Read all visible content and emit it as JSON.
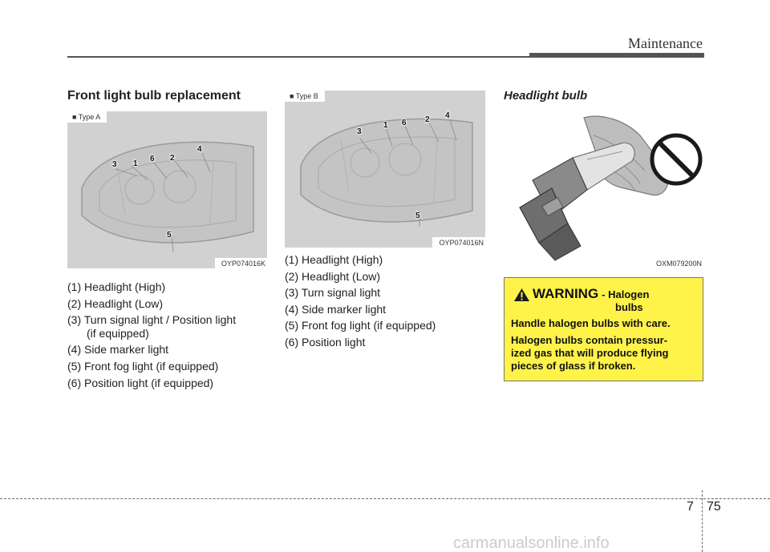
{
  "header": {
    "title": "Maintenance"
  },
  "left": {
    "title": "Front light bulb replacement",
    "figure": {
      "type_label": "■ Type A",
      "code": "OYP074016K",
      "callouts": [
        "3",
        "1",
        "6",
        "2",
        "4",
        "5"
      ]
    },
    "items": [
      "(1) Headlight (High)",
      "(2) Headlight (Low)",
      "(3) Turn signal light / Position light",
      "(if equipped)",
      "(4) Side marker light",
      "(5) Front fog light (if equipped)",
      "(6) Position light (if equipped)"
    ]
  },
  "middle": {
    "figure": {
      "type_label": "■ Type B",
      "code": "OYP074016N",
      "callouts": [
        "3",
        "1",
        "6",
        "2",
        "4",
        "5"
      ]
    },
    "items": [
      "(1) Headlight (High)",
      "(2) Headlight (Low)",
      "(3) Turn signal light",
      "(4) Side marker light",
      "(5) Front fog light (if equipped)",
      "(6) Position light"
    ]
  },
  "right": {
    "title": "Headlight bulb",
    "figure": {
      "code": "OXM079200N"
    },
    "warning": {
      "word": "WARNING",
      "subtitle": "- Halogen",
      "subtitle2": "bulbs",
      "p1": "Handle halogen bulbs with care.",
      "p2_lines": [
        "Halogen bulbs contain pressur-",
        "ized gas that will produce flying",
        "pieces of glass if broken."
      ]
    }
  },
  "footer": {
    "chapter": "7",
    "page": "75",
    "watermark": "carmanualsonline.info"
  },
  "colors": {
    "warning_bg": "#fff34a",
    "figure_bg": "#d1d1d1",
    "rule": "#555555"
  }
}
